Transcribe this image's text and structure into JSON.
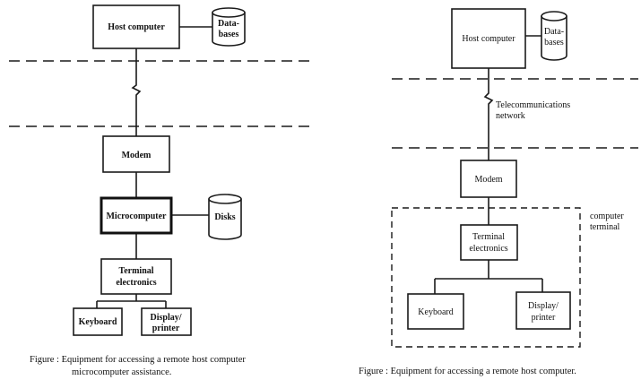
{
  "left": {
    "host_computer": "Host computer",
    "databases_line1": "Data-",
    "databases_line2": "bases",
    "modem": "Modem",
    "microcomputer": "Microcomputer",
    "disks": "Disks",
    "terminal_line1": "Terminal",
    "terminal_line2": "electronics",
    "keyboard": "Keyboard",
    "display_line1": "Display/",
    "display_line2": "printer",
    "caption_line1": "Figure : Equipment for accessing a remote host computer",
    "caption_line2": "microcomputer assistance."
  },
  "right": {
    "host_computer": "Host computer",
    "databases_line1": "Data-",
    "databases_line2": "bases",
    "telecom_line1": "Telecommunications",
    "telecom_line2": "network",
    "modem": "Modem",
    "computer_terminal_line1": "computer",
    "computer_terminal_line2": "terminal",
    "terminal_line1": "Terminal",
    "terminal_line2": "electronics",
    "keyboard": "Keyboard",
    "display_line1": "Display/",
    "display_line2": "printer",
    "caption": "Figure : Equipment for accessing a remote host computer."
  }
}
